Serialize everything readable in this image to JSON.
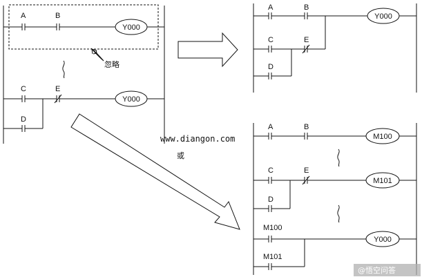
{
  "original": {
    "labels": {
      "a": "A",
      "b": "B",
      "c": "C",
      "d": "D",
      "e": "E"
    },
    "coil_top": "Y000",
    "coil_bottom": "Y000",
    "annotation": "忽略"
  },
  "result_top": {
    "labels": {
      "a": "A",
      "b": "B",
      "c": "C",
      "d": "D",
      "e": "E"
    },
    "coil": "Y000"
  },
  "result_bottom": {
    "labels": {
      "a": "A",
      "b": "B",
      "c": "C",
      "d": "D",
      "e": "E",
      "m100": "M100",
      "m101": "M101"
    },
    "coil_1": "M100",
    "coil_2": "M101",
    "coil_3": "Y000"
  },
  "watermark_url": "www.diangon.com",
  "or_label": "或",
  "corner_watermark": "@悟空问答"
}
